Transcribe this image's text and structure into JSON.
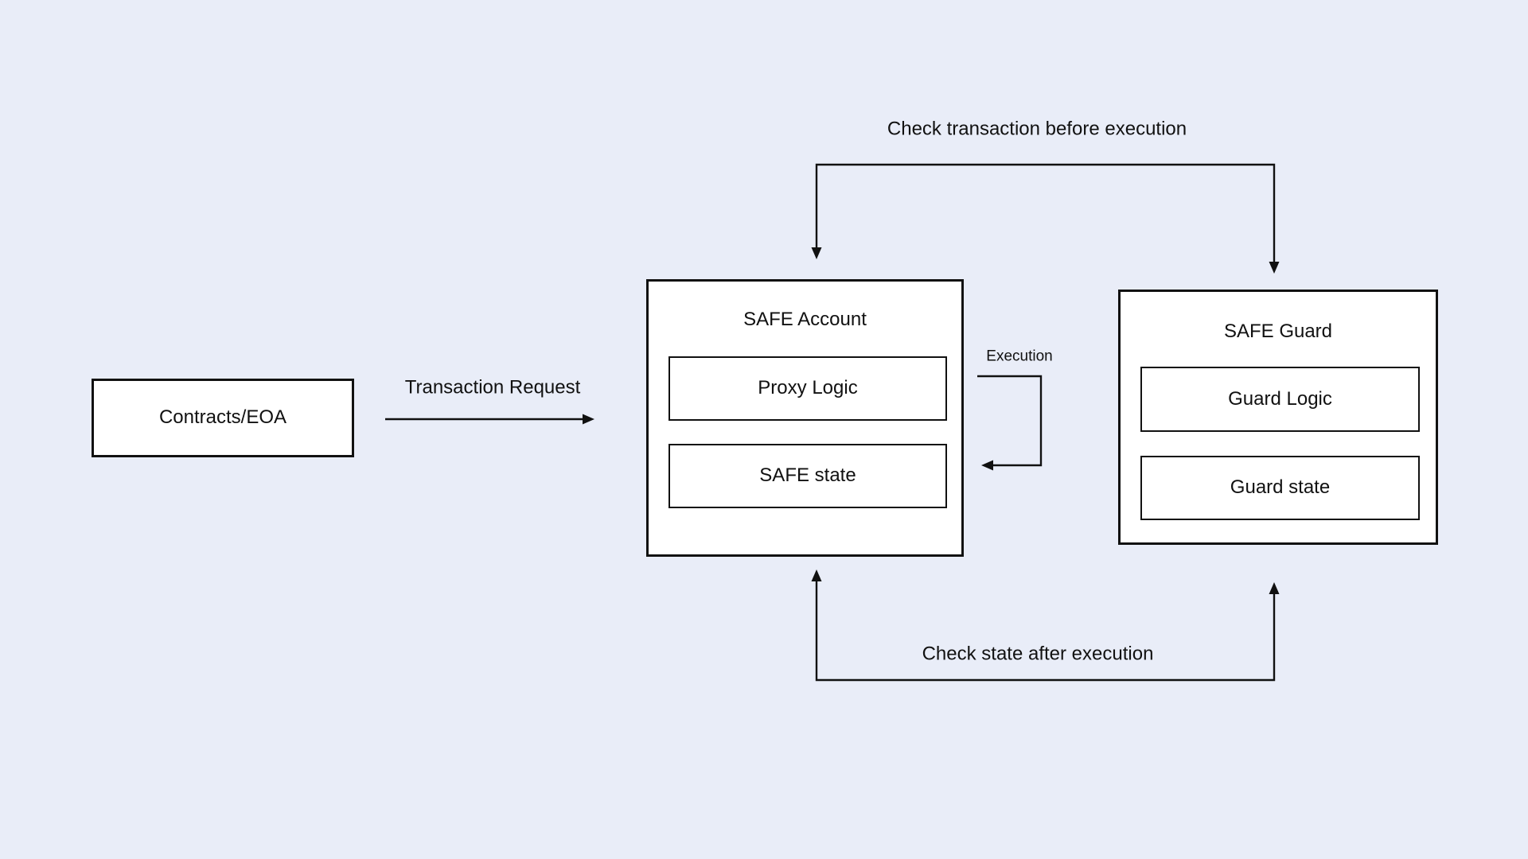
{
  "colors": {
    "background": "#e9edf8",
    "ink": "#111111",
    "box_fill": "#ffffff"
  },
  "nodes": {
    "contracts_eoa": {
      "label": "Contracts/EOA"
    },
    "safe_account": {
      "title": "SAFE Account",
      "proxy_logic": "Proxy Logic",
      "safe_state": "SAFE state"
    },
    "safe_guard": {
      "title": "SAFE Guard",
      "guard_logic": "Guard Logic",
      "guard_state": "Guard state"
    }
  },
  "edges": {
    "transaction_request": "Transaction Request",
    "check_before": "Check transaction before execution",
    "execution": "Execution",
    "check_after": "Check state after execution"
  }
}
